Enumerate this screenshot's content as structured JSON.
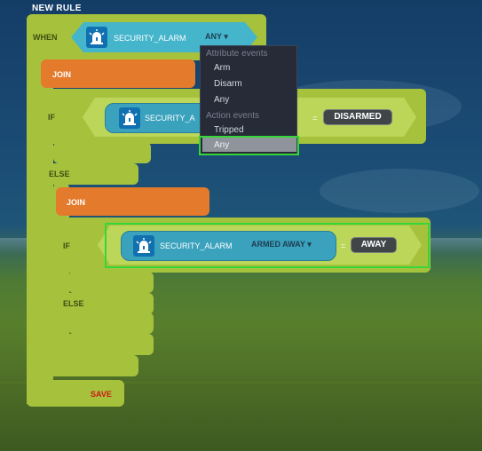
{
  "title": "NEW RULE",
  "when": {
    "label": "WHEN",
    "device": "SECURITY_ALARM",
    "selection": "ANY",
    "dropdown_arrow": "▾"
  },
  "dropdown": {
    "section_attribute": "Attribute events",
    "attribute_items": [
      "Arm",
      "Disarm",
      "Any"
    ],
    "section_action": "Action events",
    "action_items": [
      "Tripped",
      "Any"
    ]
  },
  "rule1": {
    "join": "JOIN",
    "if": "IF",
    "device": "SECURITY_A",
    "equals": "=",
    "value": "DISARMED",
    "else": "ELSE"
  },
  "rule2": {
    "join": "JOIN",
    "if": "IF",
    "device": "SECURITY_ALARM",
    "selection": "ARMED AWAY",
    "dropdown_arrow": "▾",
    "equals": "=",
    "value": "AWAY",
    "else": "ELSE"
  },
  "save": "SAVE",
  "colors": {
    "block_lime": "#a6c23c",
    "join_orange": "#e37a2c",
    "device_teal": "#45b5cb",
    "save_red": "#cc1a14",
    "highlight_green": "#36d63a"
  },
  "icons": {
    "device": "alarm-siren-icon"
  }
}
